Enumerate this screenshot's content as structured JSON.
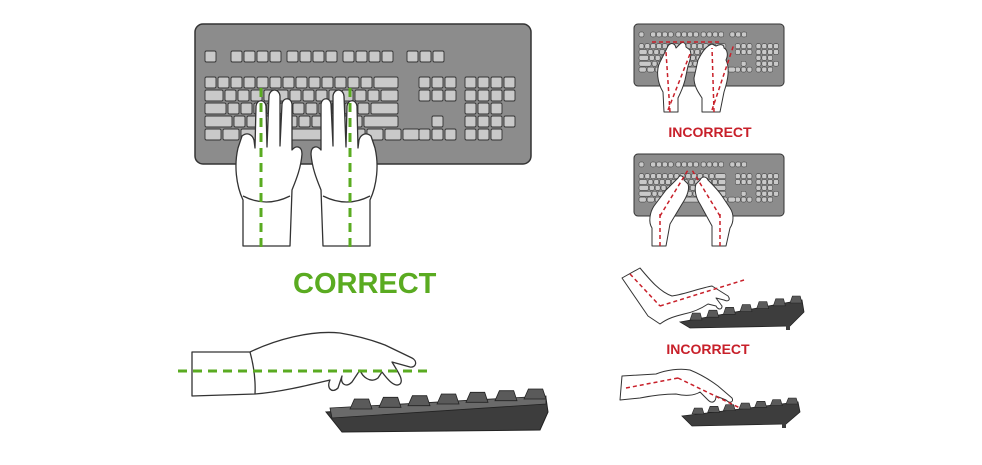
{
  "labels": {
    "correct": "CORRECT",
    "incorrect_top": "INCORRECT",
    "incorrect_bottom": "INCORRECT"
  },
  "colors": {
    "correct_green": "#5aab21",
    "incorrect_red": "#c8202a",
    "keyboard_body": "#8c8c8c",
    "keyboard_key": "#c9c9c9",
    "keyboard_dark": "#3d3d3d",
    "hand_fill": "#ffffff",
    "outline": "#333333"
  },
  "icons": {
    "main_keyboard": "keyboard-top-view-icon",
    "hand": "mannequin-hand-icon",
    "side_keyboard": "keyboard-side-view-icon"
  }
}
